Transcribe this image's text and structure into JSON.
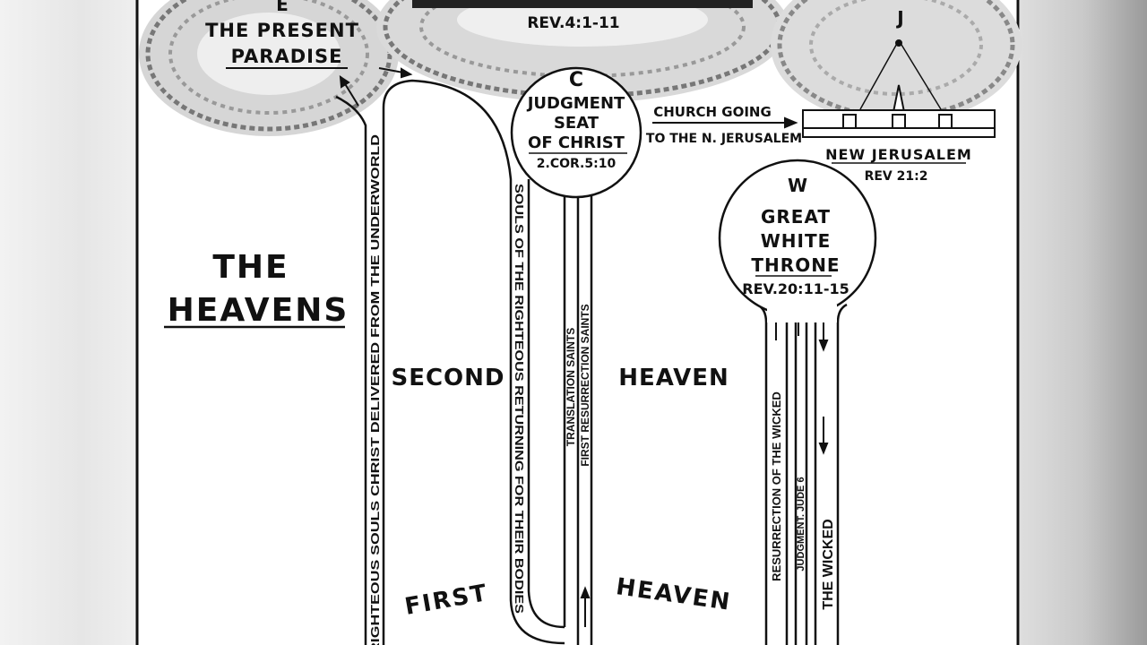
{
  "paradise": {
    "letter": "E",
    "line1": "THE PRESENT",
    "line2": "PARADISE"
  },
  "throne_room": {
    "ref": "REV.4:1-11"
  },
  "new_jerusalem_marker": {
    "letter": "J"
  },
  "judgment_seat": {
    "letter": "C",
    "line1": "JUDGMENT",
    "line2": "SEAT",
    "line3": "OF CHRIST",
    "ref": "2.COR.5:10"
  },
  "church_arrow": {
    "line1": "CHURCH GOING",
    "line2": "TO THE N. JERUSALEM"
  },
  "new_jerusalem": {
    "title": "NEW JERUSALEM",
    "ref": "REV 21:2"
  },
  "great_white_throne": {
    "letter": "W",
    "line1": "GREAT",
    "line2": "WHITE",
    "line3": "THRONE",
    "ref": "REV.20:11-15"
  },
  "heavens_title": {
    "line1": "THE",
    "line2": "HEAVENS"
  },
  "regions": {
    "second": "SECOND",
    "second_heaven": "HEAVEN",
    "first": "FIRST",
    "first_heaven": "HEAVEN"
  },
  "paths": {
    "righteous_delivered": "RIGHTEOUS SOULS CHRIST DELIVERED FROM THE UNDERWORLD",
    "righteous_returning": "SOULS OF THE RIGHTEOUS RETURNING FOR THEIR BODIES",
    "translation_saints": "TRANSLATION SAINTS",
    "first_resurrection": "FIRST RESURRECTION SAINTS",
    "resurrection_wicked": "RESURRECTION OF THE WICKED",
    "judgment_jude": "JUDGMENT. JUDE 6",
    "the_wicked": "THE WICKED"
  },
  "colors": {
    "ink": "#111111",
    "paper": "#ffffff",
    "cloud": "#9a9a9a"
  }
}
